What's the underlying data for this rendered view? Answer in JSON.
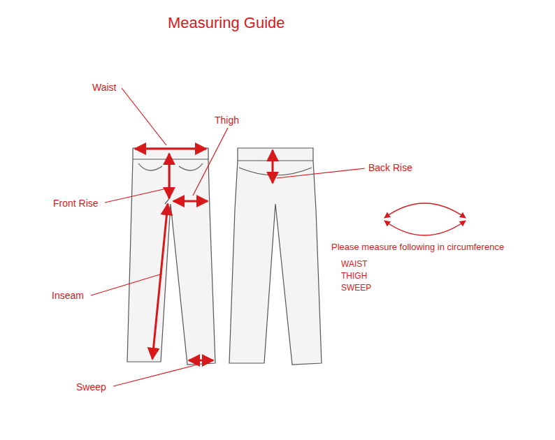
{
  "diagram": {
    "title": "Measuring Guide",
    "labels": [
      "Waist",
      "Thigh",
      "Front Rise",
      "Back Rise",
      "Inseam",
      "Sweep",
      "Please measure following in circumference",
      "WAIST",
      "THIGH",
      "SWEEP"
    ]
  }
}
